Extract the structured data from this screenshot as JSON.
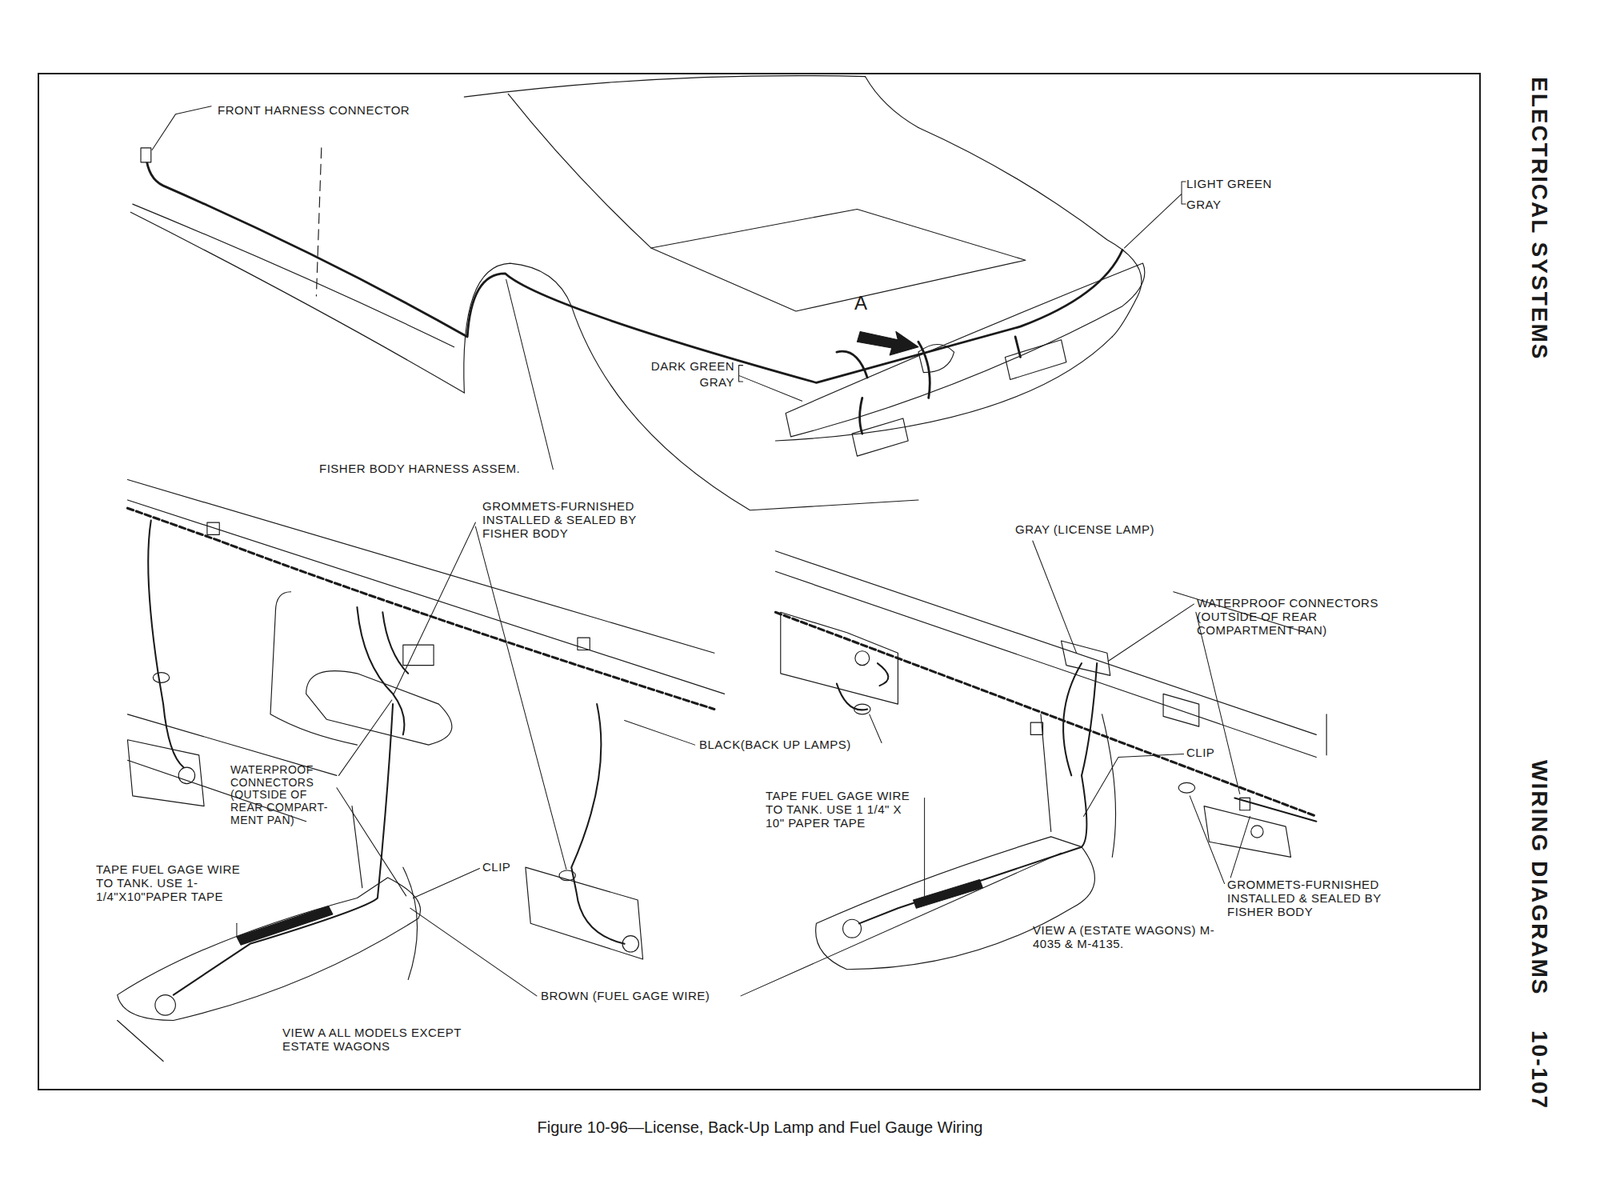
{
  "diagram": {
    "caption": "Figure 10-96—License, Back-Up Lamp and Fuel Gauge Wiring",
    "labels": [
      "FRONT HARNESS CONNECTOR",
      "LIGHT GREEN",
      "GRAY",
      "A",
      "DARK GREEN",
      "GRAY",
      "FISHER BODY HARNESS ASSEM.",
      "GROMMETS-FURNISHED INSTALLED & SEALED BY FISHER BODY",
      "GRAY (LICENSE LAMP)",
      "WATERPROOF CONNECTORS (OUTSIDE OF REAR COMPARTMENT PAN)",
      "BLACK(BACK UP LAMPS)",
      "CLIP",
      "WATERPROOF CONNECTORS (OUTSIDE OF REAR COMPART- MENT PAN)",
      "TAPE FUEL GAGE WIRE TO TANK. USE 1 1/4\" X 10\" PAPER TAPE",
      "CLIP",
      "TAPE FUEL GAGE WIRE TO TANK. USE 1-1/4\"X10\"PAPER TAPE",
      "GROMMETS-FURNISHED INSTALLED & SEALED BY FISHER BODY",
      "VIEW A (ESTATE WAGONS) M-4035 & M-4135.",
      "BROWN (FUEL GAGE WIRE)",
      "VIEW A ALL MODELS EXCEPT ESTATE WAGONS",
      "ELECTRICAL SYSTEMS",
      "WIRING DIAGRAMS",
      "10-107"
    ]
  }
}
